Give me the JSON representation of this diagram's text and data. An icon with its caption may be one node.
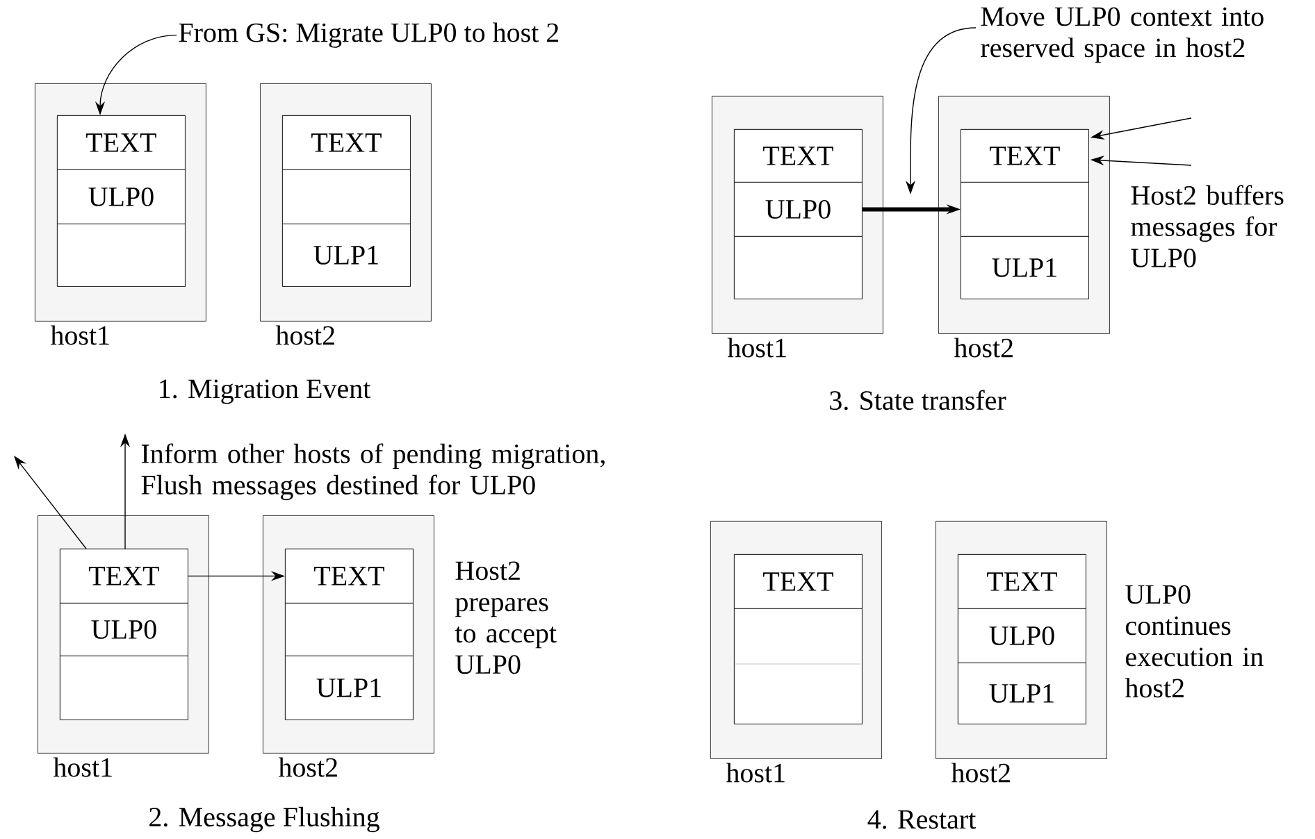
{
  "diagram": {
    "nodes": [
      {
        "text": [
          "From GS: Migrate ULP0 to host 2"
        ]
      },
      {
        "text": [
          "host1"
        ]
      },
      {
        "text": [],
        "shape": "box",
        "in": 1
      },
      {
        "text": [
          "TEXT"
        ],
        "in": 2
      },
      {
        "text": [
          "ULP0"
        ],
        "in": 2
      },
      {
        "text": [],
        "shape": "box",
        "in": 2
      },
      {
        "text": [
          "host2"
        ]
      },
      {
        "text": [],
        "shape": "box",
        "in": 6
      },
      {
        "text": [
          "TEXT"
        ],
        "in": 7
      },
      {
        "text": [],
        "shape": "box",
        "in": 7
      },
      {
        "text": [
          "ULP1"
        ],
        "in": 7
      },
      {
        "text": [
          "host1"
        ]
      },
      {
        "text": [],
        "shape": "box",
        "in": 11
      },
      {
        "text": [
          "TEXT"
        ],
        "in": 12
      },
      {
        "text": [
          "ULP0"
        ],
        "in": 12
      },
      {
        "text": [],
        "shape": "box",
        "in": 12
      },
      {
        "text": [
          "host2"
        ]
      },
      {
        "text": [],
        "shape": "box",
        "in": 16
      },
      {
        "text": [
          "TEXT"
        ],
        "in": 17
      },
      {
        "text": [],
        "shape": "box",
        "in": 17
      },
      {
        "text": [
          "ULP1"
        ],
        "in": 17
      },
      {
        "text": [
          "Move ULP0 context into reserved space in host2"
        ]
      },
      {
        "text": [
          "host1"
        ]
      },
      {
        "text": [],
        "shape": "box",
        "in": 22
      },
      {
        "text": [
          "TEXT"
        ],
        "in": 23
      },
      {
        "text": [
          "ULP0"
        ],
        "in": 23
      },
      {
        "text": [],
        "shape": "box",
        "in": 23
      },
      {
        "text": [
          "host2"
        ]
      },
      {
        "text": [],
        "shape": "box",
        "in": 27
      },
      {
        "text": [
          "TEXT"
        ],
        "in": 28
      },
      {
        "text": [],
        "shape": "box",
        "in": 28
      },
      {
        "text": [
          "ULP1"
        ],
        "in": 28
      },
      {
        "text": [
          "host1"
        ]
      },
      {
        "text": [],
        "shape": "box",
        "in": 32
      },
      {
        "text": [
          "TEXT"
        ],
        "in": 33
      },
      {
        "text": [],
        "shape": "box",
        "in": 33
      },
      {
        "text": [
          "host2"
        ]
      },
      {
        "text": [],
        "shape": "box",
        "in": 36
      },
      {
        "text": [
          "TEXT"
        ],
        "in": 37
      },
      {
        "text": [
          "ULP0"
        ],
        "in": 37
      },
      {
        "text": [
          "ULP1"
        ],
        "in": 37
      },
      {
        "text": [
          "Inform other hosts of pending migration, Flush messages destined for ULP0"
        ]
      }
    ],
    "edges": [
      {
        "from": 0,
        "to": 3,
        "arrow": "to"
      },
      {
        "from": 13,
        "to": null,
        "arrow": "to"
      },
      {
        "from": 13,
        "to": 41,
        "arrow": "to"
      },
      {
        "from": 13,
        "to": 18,
        "arrow": "to"
      },
      {
        "from": 21,
        "to": null,
        "arrow": "to"
      },
      {
        "from": 25,
        "to": 30,
        "arrow": "to",
        "style": "thick"
      },
      {
        "from": null,
        "to": 29,
        "arrow": "to"
      },
      {
        "from": null,
        "to": 29,
        "arrow": "to"
      }
    ],
    "labels": [
      "1.  Migration Event",
      "Host2 prepares to accept ULP0",
      "2.  Message Flushing",
      "Host2 buffers messages for ULP0",
      "3.  State transfer",
      "ULP0 continues execution in host2",
      "4.  Restart"
    ]
  }
}
